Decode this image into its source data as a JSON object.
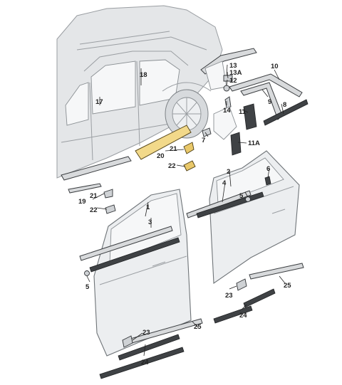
{
  "part_labels": {
    "p1": "1",
    "p2": "2",
    "p4": "4",
    "p5a": "5",
    "p5b": "5",
    "p6": "6",
    "p7": "7",
    "p8": "8",
    "p9": "9",
    "p10": "10",
    "p11": "11",
    "p11a": "11A",
    "p12": "12",
    "p13": "13",
    "p13a": "13A",
    "p14": "14",
    "p17": "17",
    "p18": "18",
    "p19": "19",
    "p20": "20",
    "p21a": "21",
    "p21b": "21",
    "p22a": "22",
    "p22b": "22",
    "p23a": "23",
    "p23b": "23",
    "p24a": "24",
    "p24b": "24",
    "p25a": "25",
    "p25b": "25"
  },
  "colors": {
    "highlight": "#f2d98a",
    "outline": "#3b3e41",
    "body": "#e4e6e8"
  }
}
